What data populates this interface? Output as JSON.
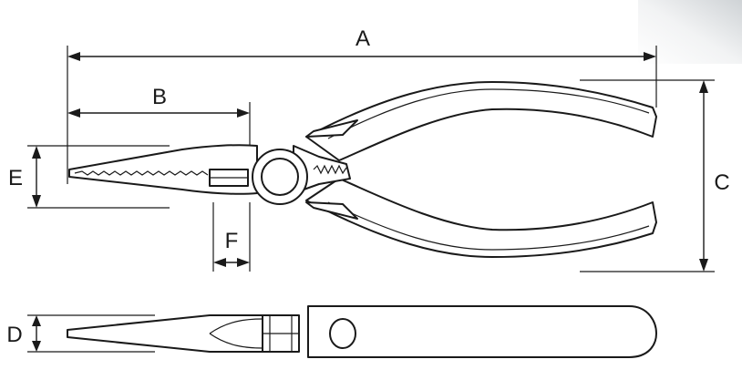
{
  "dimensions": {
    "a": "A",
    "b": "B",
    "c": "C",
    "d": "D",
    "e": "E",
    "f": "F"
  }
}
